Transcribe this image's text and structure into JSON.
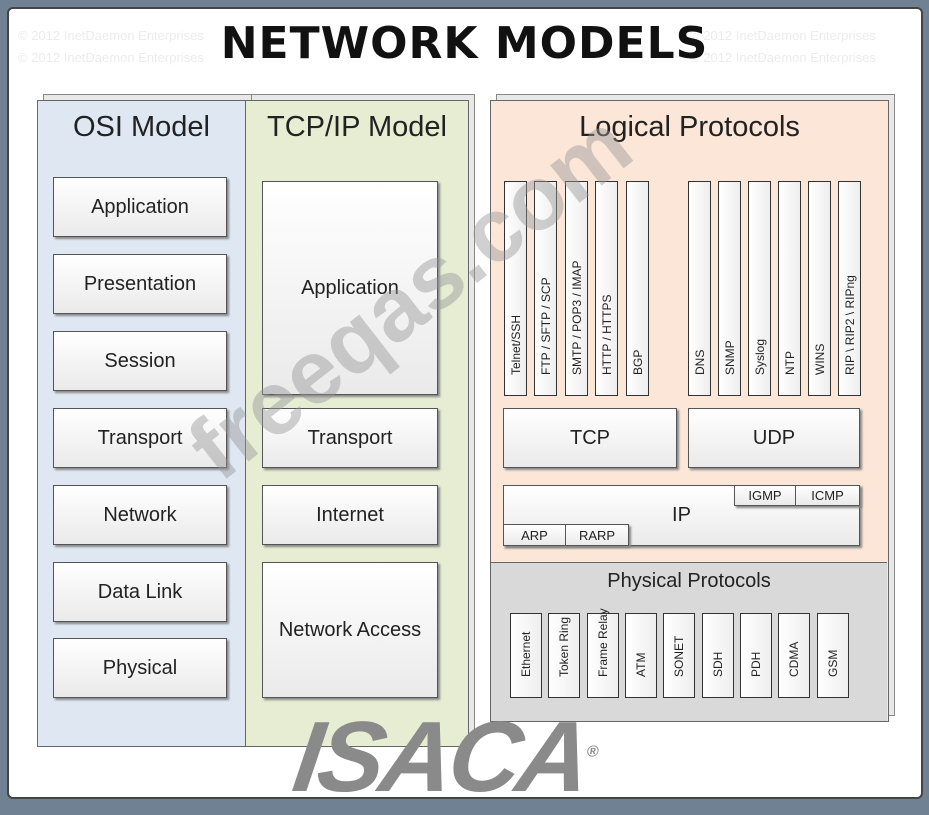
{
  "title": "NETWORK MODELS",
  "watermark_copyright": "© 2012 InetDaemon Enterprises",
  "watermark_site": "freeqas.com",
  "logo": "ISACA",
  "logo_mark": "®",
  "osi": {
    "title": "OSI Model",
    "layers": [
      "Application",
      "Presentation",
      "Session",
      "Transport",
      "Network",
      "Data Link",
      "Physical"
    ]
  },
  "tcpip": {
    "title": "TCP/IP Model",
    "layers": [
      "Application",
      "Transport",
      "Internet",
      "Network Access"
    ]
  },
  "logical": {
    "title": "Logical Protocols",
    "tcp_apps": [
      "Telnet/SSH",
      "FTP / SFTP / SCP",
      "SMTP / POP3 / IMAP",
      "HTTP / HTTPS",
      "BGP"
    ],
    "udp_apps": [
      "DNS",
      "SNMP",
      "Syslog",
      "NTP",
      "WINS",
      "RIP \\ RIP2 \\ RIPng"
    ],
    "tcp": "TCP",
    "udp": "UDP",
    "ip": "IP",
    "igmp": "IGMP",
    "icmp": "ICMP",
    "arp": "ARP",
    "rarp": "RARP"
  },
  "physical": {
    "title": "Physical Protocols",
    "items": [
      "Ethernet",
      "Token Ring",
      "Frame Relay",
      "ATM",
      "SONET",
      "SDH",
      "PDH",
      "CDMA",
      "GSM"
    ]
  },
  "colors": {
    "osi": "#dfe8f2",
    "tcpip": "#e6edd3",
    "logical": "#fbe6d8",
    "physical": "#d9d9d9"
  }
}
